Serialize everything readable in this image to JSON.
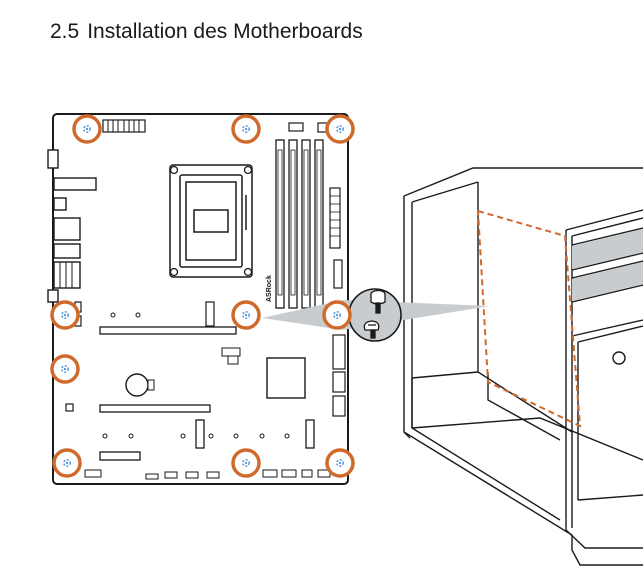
{
  "section": {
    "number": "2.5",
    "title": "Installation des Motherboards"
  },
  "diagram": {
    "brand_mark": "ASRock",
    "screw_hole_color": "#d06a2c",
    "screw_hole_center_color": "#4a90d9",
    "guide_line_color": "#d06a2c",
    "zoom_fill": "#c9ccce",
    "screw_hole_count": 10,
    "icons": [
      "motherboard",
      "screw-hole",
      "screw-zoom-callout",
      "pc-case"
    ]
  }
}
